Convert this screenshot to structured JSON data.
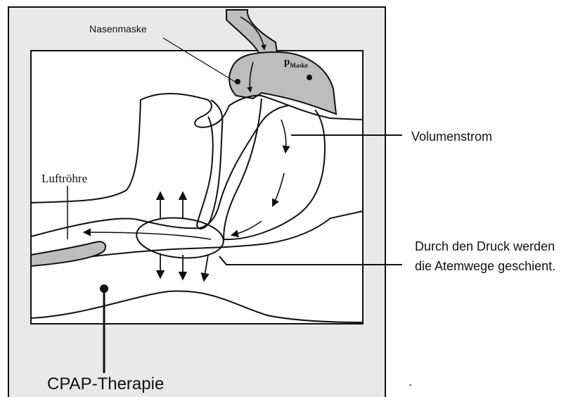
{
  "labels": {
    "nasenmaske": "Nasenmaske",
    "p_main": "p",
    "p_sub": "Maske",
    "luftroehre": "Luftröhre",
    "volumenstrom": "Volumenstrom",
    "druck_line1": "Durch den Druck werden",
    "druck_line2": "die Atemwege geschient.",
    "cpap": "CPAP-Therapie",
    "stray_dot": "."
  },
  "colors": {
    "mask_fill": "#bdbdbd",
    "frame_background": "#e9e9e9",
    "line": "#111111"
  }
}
